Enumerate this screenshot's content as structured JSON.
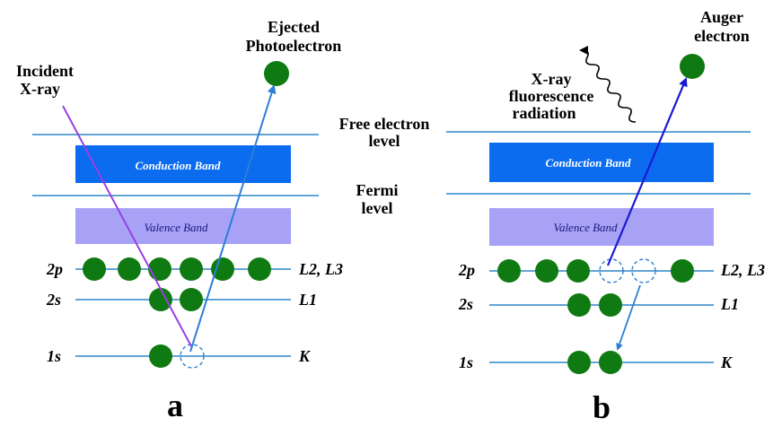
{
  "panel_a": {
    "band_conduction": "Conduction Band",
    "band_valence": "Valence Band",
    "incident_label_line1": "Incident",
    "incident_label_line2": "X-ray",
    "ejected_label_line1": "Ejected",
    "ejected_label_line2": "Photoelectron",
    "shell_2p": "2p",
    "shell_2s": "2s",
    "shell_1s": "1s",
    "level_L23": "L2, L3",
    "level_L1": "L1",
    "level_K": "K",
    "panel_letter": "a"
  },
  "panel_b": {
    "band_conduction": "Conduction Band",
    "band_valence": "Valence Band",
    "auger_label_line1": "Auger",
    "auger_label_line2": "electron",
    "fluor_label_line1": "X-ray",
    "fluor_label_line2": "fluorescence",
    "fluor_label_line3": "radiation",
    "shell_2p": "2p",
    "shell_2s": "2s",
    "shell_1s": "1s",
    "level_L23": "L2, L3",
    "level_L1": "L1",
    "level_K": "K",
    "panel_letter": "b"
  },
  "middle": {
    "free_electron_line1": "Free electron",
    "free_electron_line2": "level",
    "fermi_line1": "Fermi",
    "fermi_line2": "level"
  },
  "colors": {
    "conduction_band": "#0b6cf0",
    "valence_band": "#a8a2f7",
    "electron": "#0f7a12",
    "level_line": "#2e86c8",
    "incident_ray": "#9a40e0",
    "photoelectron_arrow": "#2b7fd6",
    "auger_arrow": "#1a1ad0",
    "vacancy": "#3a86d6"
  }
}
